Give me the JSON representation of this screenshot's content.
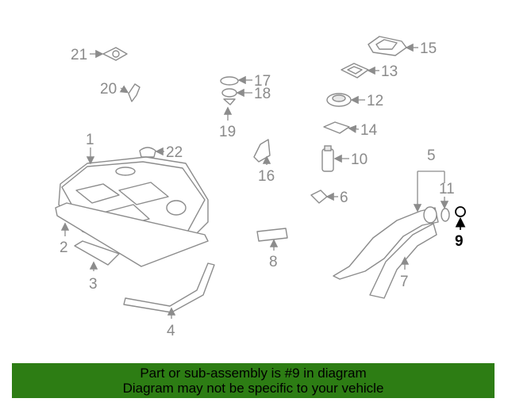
{
  "diagram": {
    "callouts": [
      "21",
      "20",
      "17",
      "18",
      "19",
      "15",
      "13",
      "12",
      "14",
      "10",
      "16",
      "1",
      "22",
      "5",
      "6",
      "11",
      "9",
      "8",
      "2",
      "3",
      "7",
      "4"
    ],
    "highlighted_callout": "9"
  },
  "banner": {
    "line1": "Part or sub-assembly is #9 in diagram",
    "line2": "Diagram may not be specific to your vehicle"
  },
  "colors": {
    "banner_bg": "#2d7d14",
    "line_art": "#8c8c8c",
    "highlight": "#000000"
  }
}
